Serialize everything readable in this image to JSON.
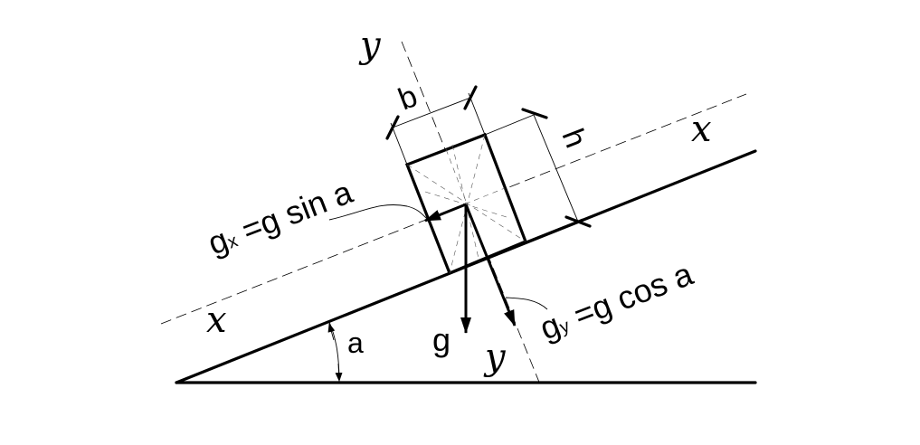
{
  "labels": {
    "y_top": "y",
    "y_bottom": "y",
    "x_right": "x",
    "x_left": "x",
    "b": "b",
    "h": "h",
    "gx_g": "g",
    "gx_sub": "x",
    "gx_rest": " =g sin ",
    "gx_a": "a",
    "gy_g": "g",
    "gy_sub": "y",
    "gy_rest": " =g cos ",
    "gy_a": "a",
    "g": "g",
    "angle": "a"
  }
}
